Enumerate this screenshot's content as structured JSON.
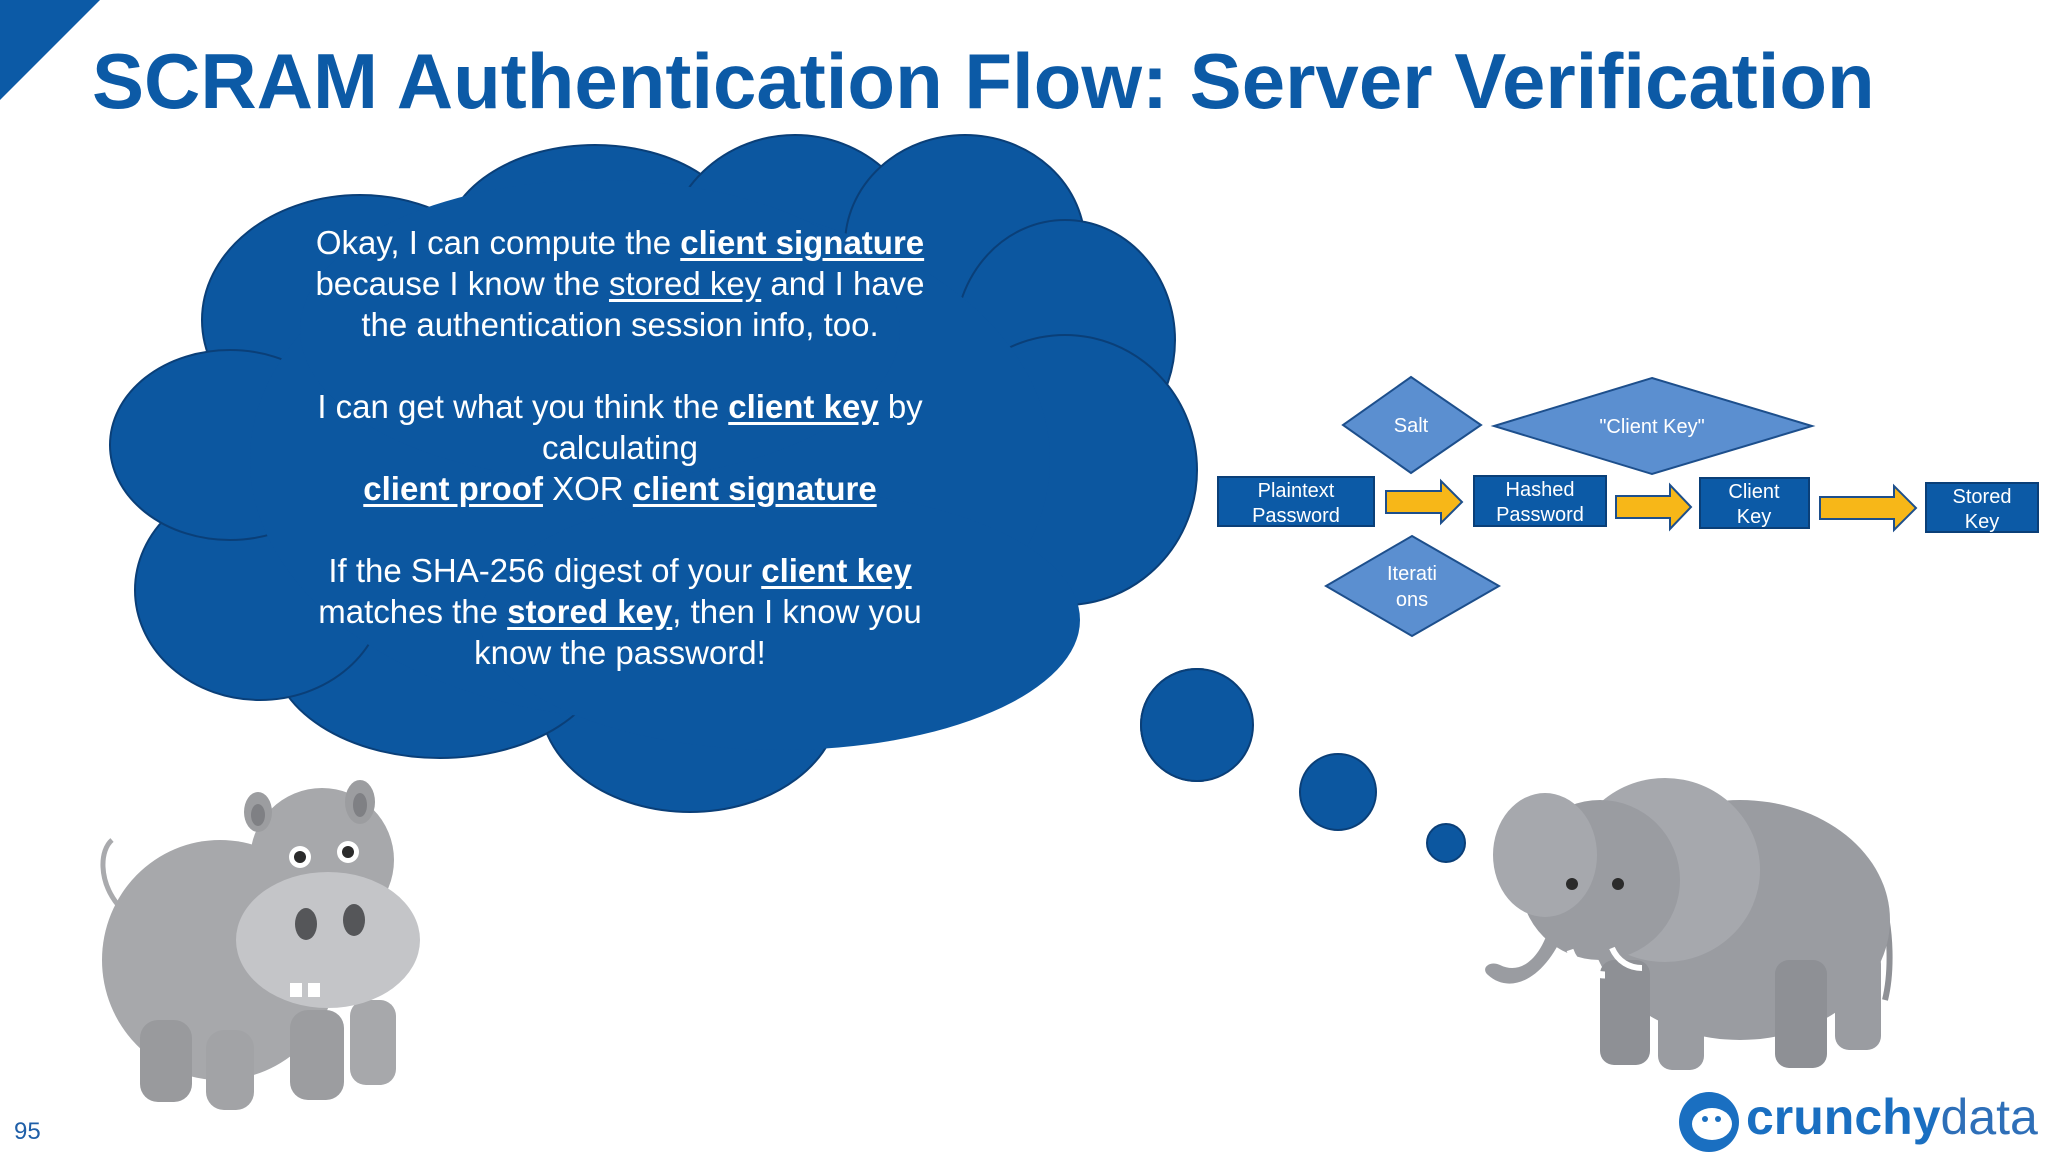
{
  "slide": {
    "title": "SCRAM Authentication Flow: Server Verification",
    "page_number": "95"
  },
  "thought": {
    "p1": {
      "t1": "Okay, I can compute the ",
      "b1": "client signature",
      "t2": "because I know the ",
      "u1": "stored key",
      "t3": " and I have",
      "t4": "the authentication session info, too."
    },
    "p2": {
      "t1": "I can get what you think the ",
      "b1": "client key",
      "t2": " by",
      "t3": "calculating",
      "b2": "client proof",
      "t4": " XOR ",
      "b3": "client signature"
    },
    "p3": {
      "t1": "If the SHA-256 digest of your ",
      "b1": "client key",
      "t2": "matches the ",
      "b2": "stored key",
      "t3": ", then I know you",
      "t4": "know the password!"
    }
  },
  "flow": {
    "salt": "Salt",
    "client_key_const": "\"Client Key\"",
    "iterations_line1": "Iterati",
    "iterations_line2": "ons",
    "plaintext_line1": "Plaintext",
    "plaintext_line2": "Password",
    "hashed_line1": "Hashed",
    "hashed_line2": "Password",
    "client_key_line1": "Client",
    "client_key_line2": "Key",
    "stored_key_line1": "Stored",
    "stored_key_line2": "Key"
  },
  "colors": {
    "brand_blue": "#0c5aa6",
    "cloud_blue": "#0c57a0",
    "shape_blue": "#5b8fd0",
    "box_blue": "#0c5aa6",
    "arrow_yellow": "#f7b718",
    "animal_gray": "#a3a4a8"
  },
  "logo": {
    "part1": "crunchy",
    "part2": "data"
  },
  "icons": {
    "logo_mark": "crunchy-data-hippo-icon",
    "hippo": "hippo-character",
    "elephant": "elephant-character"
  }
}
